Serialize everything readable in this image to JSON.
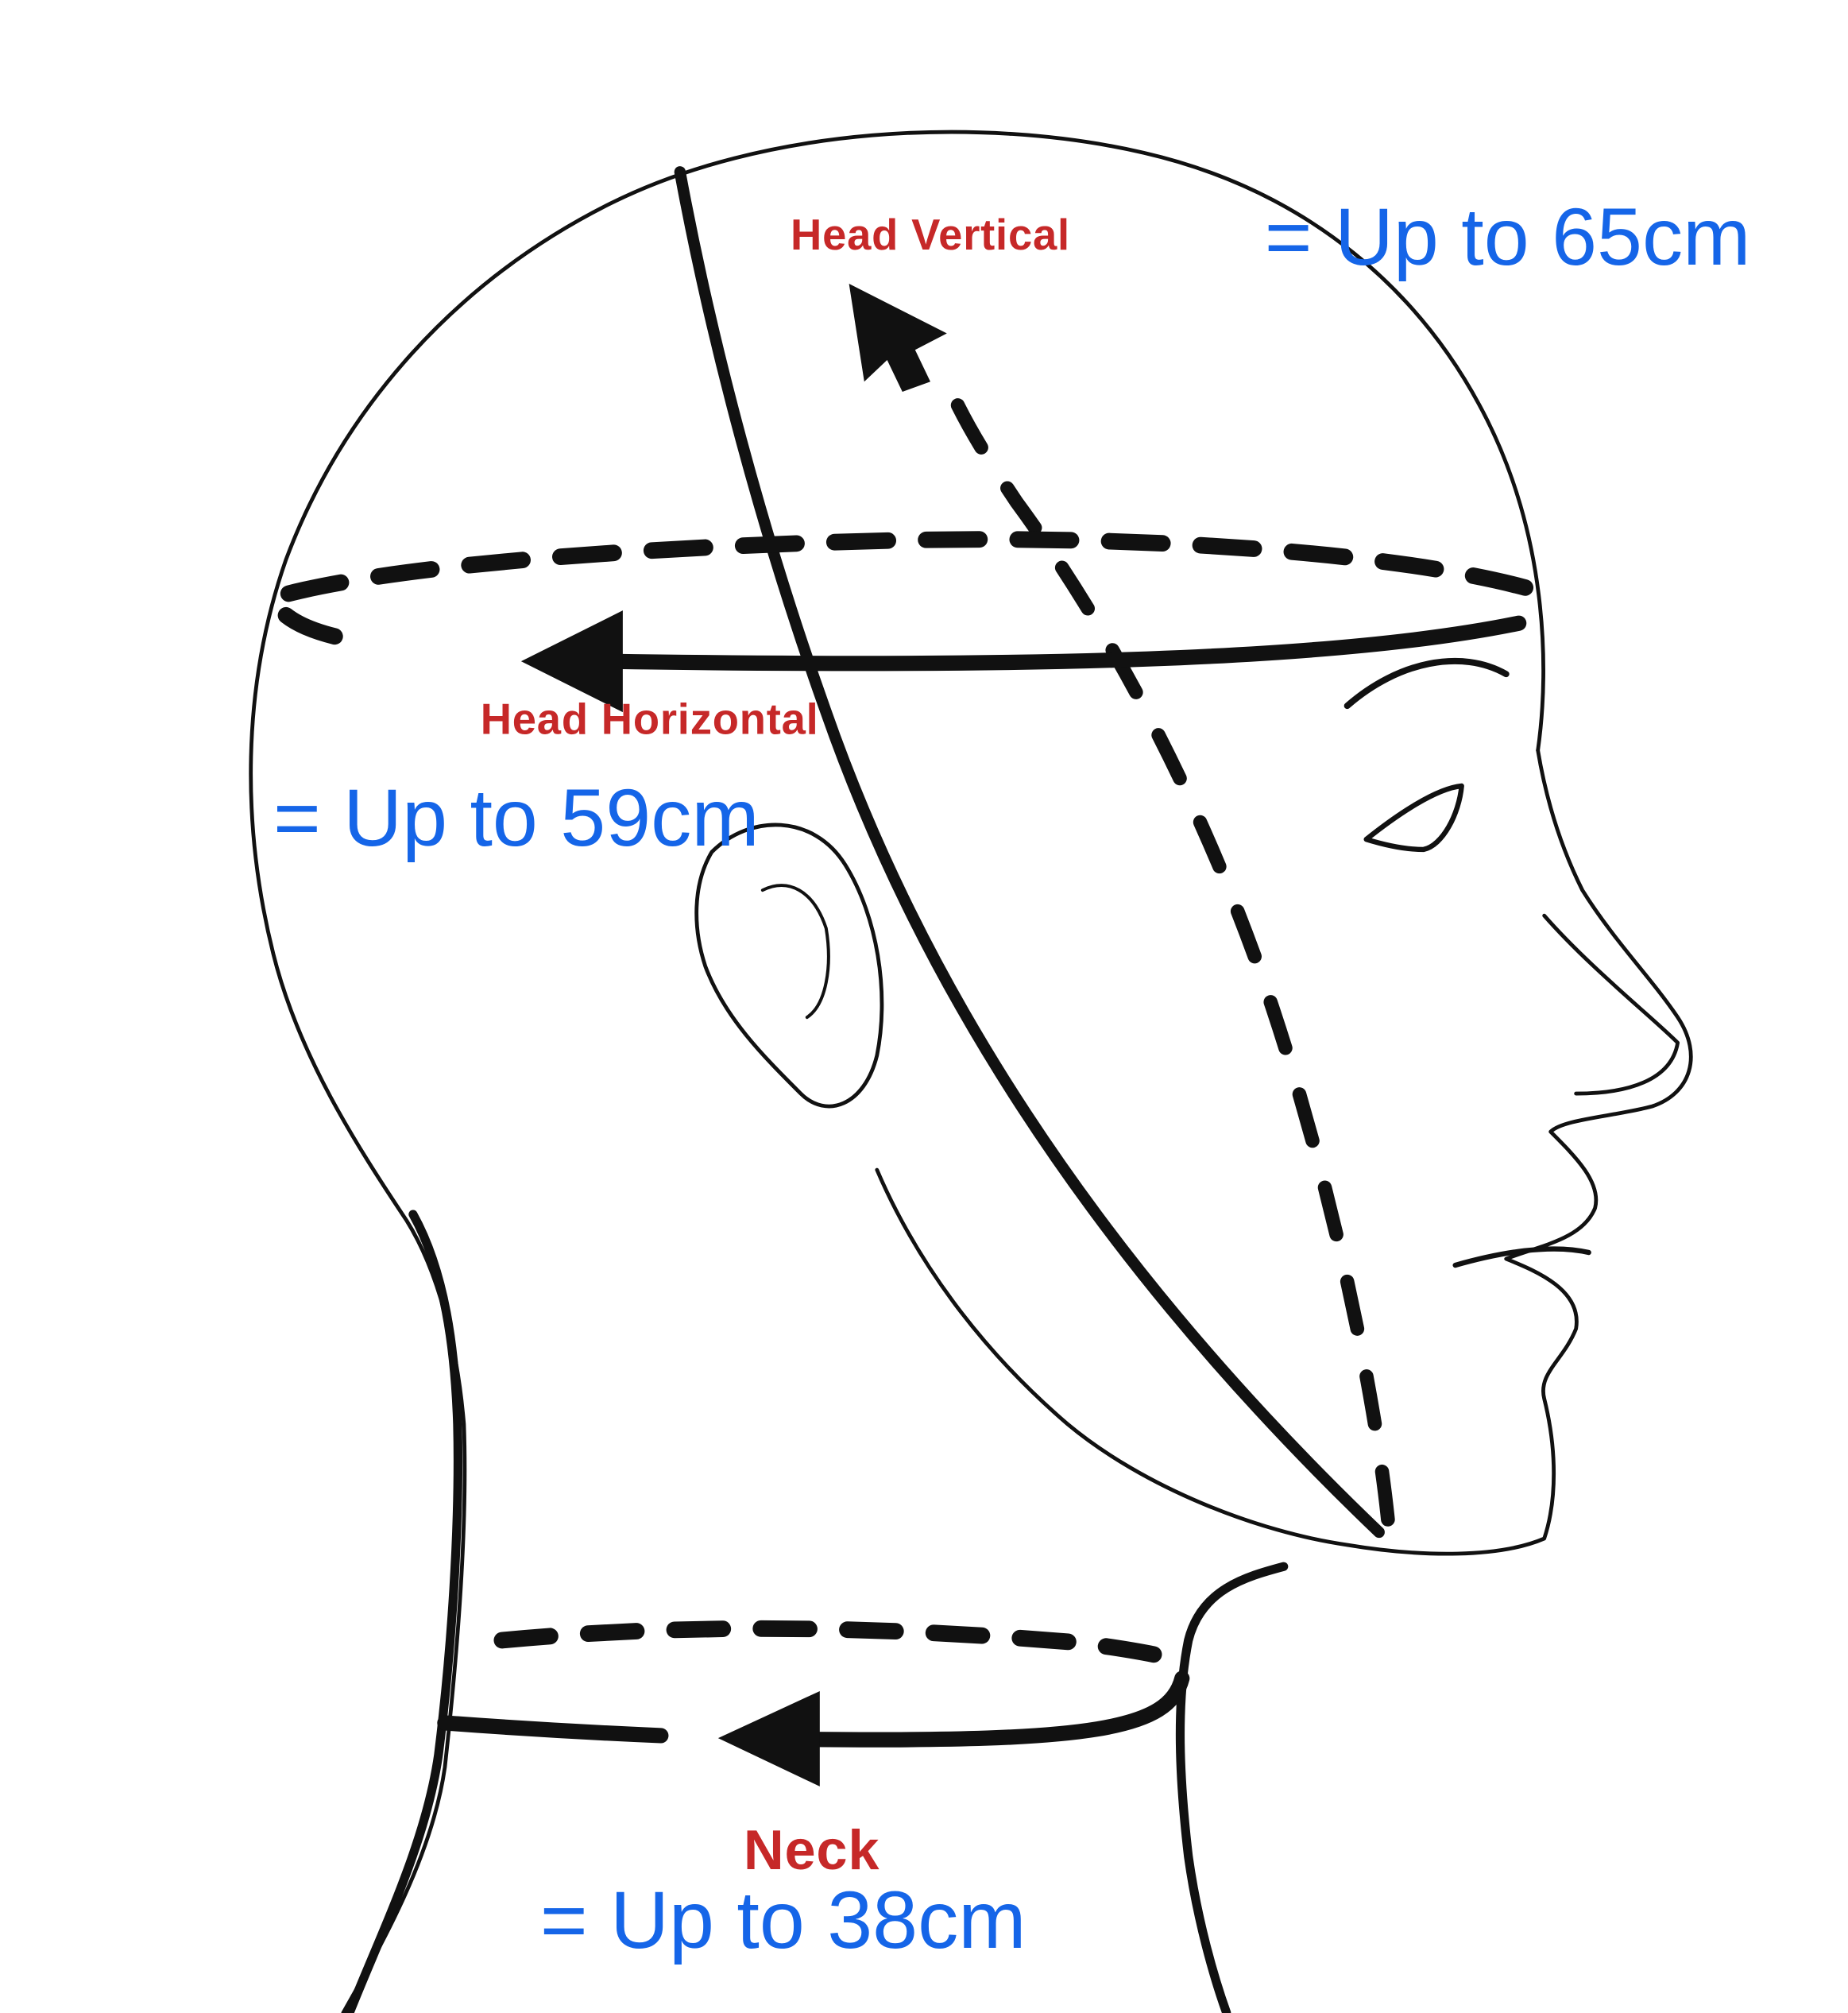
{
  "labels": {
    "head_vertical": "Head Vertical",
    "head_vertical_value": "= Up to 65cm",
    "head_horizontal": "Head Horizontal",
    "head_horizontal_value": "= Up to 59cm",
    "neck": "Neck",
    "neck_value": "= Up to 38cm"
  },
  "colors": {
    "label_red": "#c62828",
    "value_blue": "#1565e8",
    "ink": "#111111",
    "background": "#ffffff"
  }
}
